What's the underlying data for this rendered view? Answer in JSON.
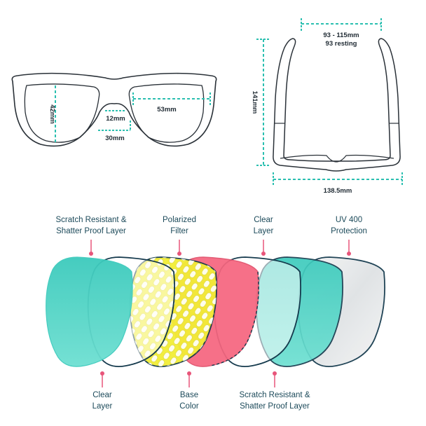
{
  "front_view": {
    "lens_height": "42mm",
    "lens_width": "53mm",
    "bridge_width": "12mm",
    "bridge_outer": "30mm"
  },
  "top_view": {
    "temple_spread": "93 - 115mm",
    "temple_resting": "93 resting",
    "temple_length": "141mm",
    "frame_width": "138.5mm"
  },
  "colors": {
    "dimension_line": "#2bbfb0",
    "frame_outline": "#2a3138",
    "pointer": "#e8557a",
    "label_text": "#1c4a5a",
    "teal_fill": "#45d3c4",
    "yellow_fill": "#f2ee35",
    "pink_fill": "#f6667f",
    "outline_navy": "#153a4d"
  },
  "layers": {
    "top_labels": [
      "Scratch Resistant &\nShatter Proof Layer",
      "Polarized\nFilter",
      "Clear\nLayer",
      "UV 400\nProtection"
    ],
    "bottom_labels": [
      "Clear\nLayer",
      "Base\nColor",
      "Scratch Resistant &\nShatter Proof Layer"
    ]
  }
}
